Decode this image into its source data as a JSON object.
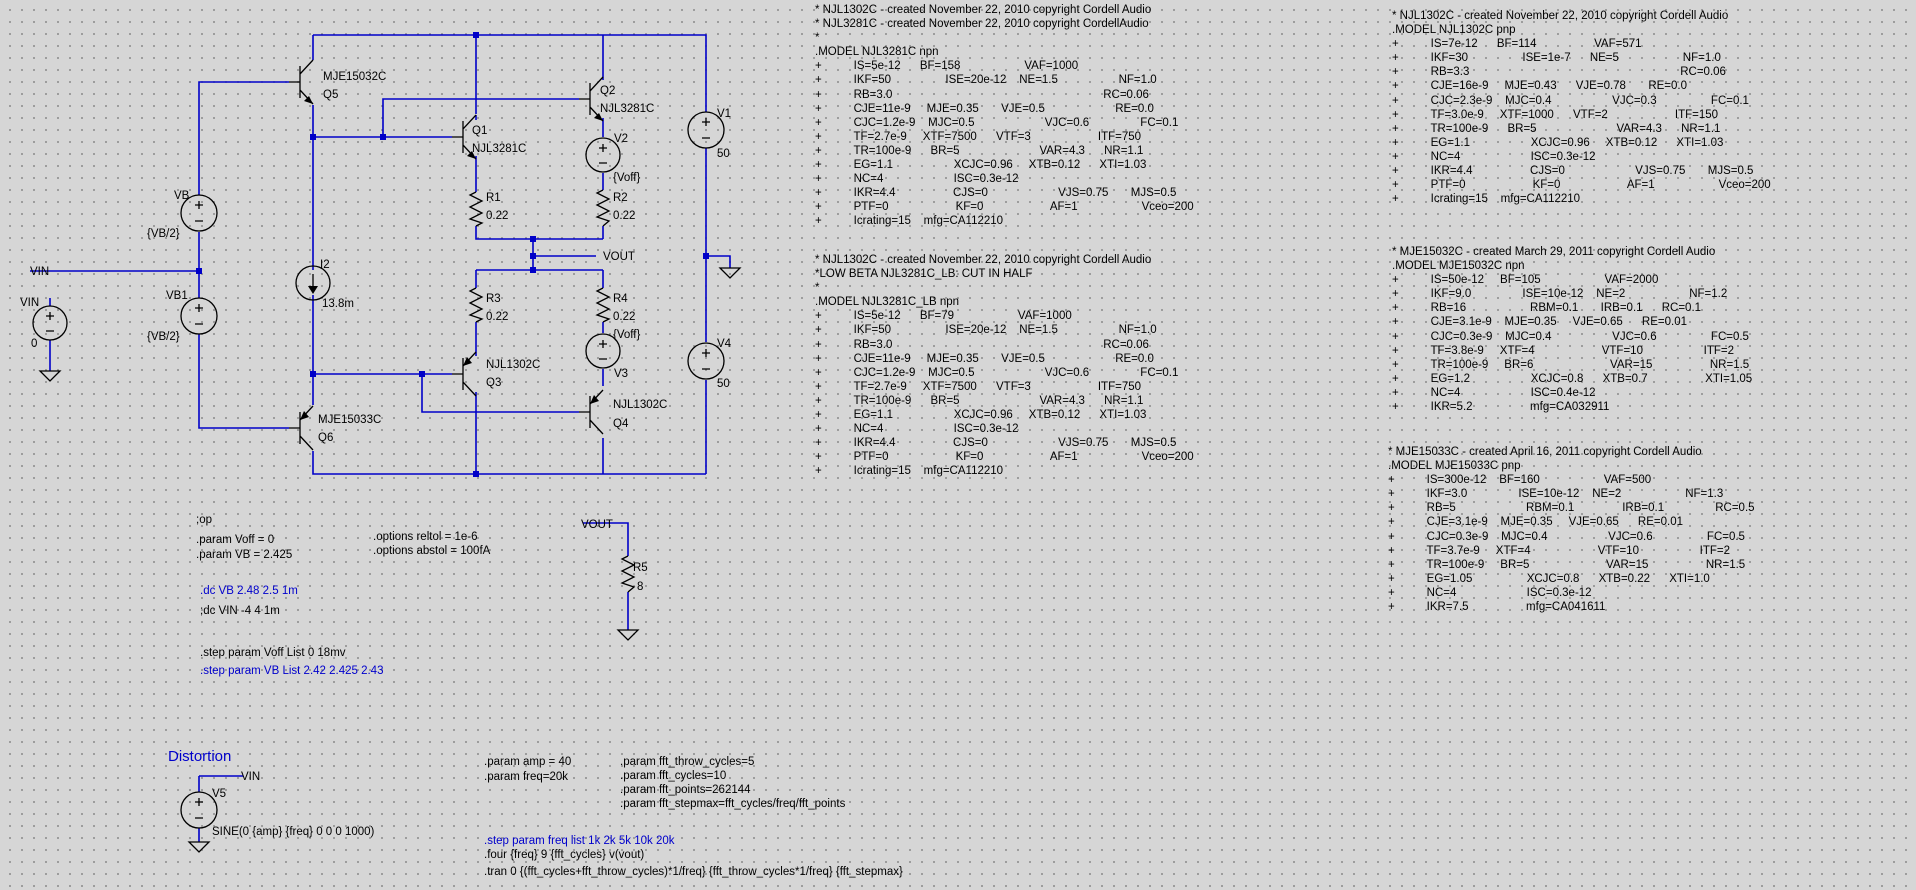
{
  "components": {
    "Q5": {
      "name": "Q5",
      "model": "MJE15032C"
    },
    "Q1": {
      "name": "Q1",
      "model": "NJL3281C"
    },
    "Q2": {
      "name": "Q2",
      "model": "NJL3281C"
    },
    "Q3": {
      "name": "Q3",
      "model": "NJL1302C"
    },
    "Q4": {
      "name": "Q4",
      "model": "NJL1302C"
    },
    "Q6": {
      "name": "Q6",
      "model": "MJE15033C"
    },
    "VB": {
      "name": "VB",
      "value": "{VB/2}"
    },
    "VB1": {
      "name": "VB1",
      "value": "{VB/2}"
    },
    "VIN": {
      "name": "VIN",
      "value": "0"
    },
    "I2": {
      "name": "I2",
      "value": "13.8m"
    },
    "R1": {
      "name": "R1",
      "value": "0.22"
    },
    "R2": {
      "name": "R2",
      "value": "0.22"
    },
    "R3": {
      "name": "R3",
      "value": "0.22"
    },
    "R4": {
      "name": "R4",
      "value": "0.22"
    },
    "R5": {
      "name": "R5",
      "value": "8"
    },
    "V1": {
      "name": "V1",
      "value": "50"
    },
    "V2": {
      "name": "V2",
      "value": "{Voff}"
    },
    "V3": {
      "name": "V3",
      "value": "{Voff}"
    },
    "V4": {
      "name": "V4",
      "value": "50"
    },
    "V5": {
      "name": "V5",
      "value": "SINE(0 {amp} {freq} 0 0 0 1000)"
    }
  },
  "nets": {
    "vin": "VIN",
    "vout": "VOUT"
  },
  "heading": "Distortion",
  "directives": {
    "op": ";op",
    "params": [
      ".param Voff = 0",
      ".param VB = 2.425"
    ],
    "options": [
      ".options reltol  = 1e-6",
      ".options abstol = 100fA"
    ],
    "dc1": ".dc VB 2.48 2.5 1m",
    "dc2": ";dc VIN -4 4 1m",
    "step1": ".step param Voff List 0 18mv",
    "step2": ".step param VB List  2.42 2.425 2.43",
    "amp_freq": [
      ".param amp = 40",
      ".param freq=20k"
    ],
    "fft": [
      ".param fft_throw_cycles=5",
      ".param fft_cycles=10",
      ".param fft_points=262144",
      ".param fft_stepmax=fft_cycles/freq/fft_points"
    ],
    "step_freq": ".step param freq list 1k 2k 5k 10k 20k",
    "four": ".four {freq} 9 {fft_cycles} v(vout)",
    "tran": ".tran 0 {(fft_cycles+fft_throw_cycles)*1/freq} {fft_throw_cycles*1/freq} {fft_stepmax}"
  },
  "model_blocks": {
    "njl3281c": "* NJL1302C - created November 22, 2010 copyright Cordell Audio\n* NJL3281C - created November 22, 2010 copyright CordellAudio\n*\n.MODEL NJL3281C npn\n+          IS=5e-12      BF=158                    VAF=1000\n+          IKF=50                 ISE=20e-12    NE=1.5                   NF=1.0\n+          RB=3.0                                                                  RC=0.06\n+          CJE=11e-9     MJE=0.35       VJE=0.5                      RE=0.0\n+          CJC=1.2e-9    MJC=0.5                      VJC=0.6                FC=0.1\n+          TF=2.7e-9     XTF=7500      VTF=3                     ITF=750\n+          TR=100e-9      BR=5                         VAR=4.3      NR=1.1\n+          EG=1.1                   XCJC=0.96     XTB=0.12      XTI=1.03\n+          NC=4                      ISC=0.3e-12\n+          IKR=4.4                  CJS=0                      VJS=0.75       MJS=0.5\n+          PTF=0                     KF=0                     AF=1                    Vceo=200\n+          Icrating=15    mfg=CA112210",
    "njl3281c_lb": "* NJL1302C - created November 22, 2010 copyright Cordell Audio\n*LOW BETA NJL3281C_LB: CUT IN HALF\n*\n.MODEL NJL3281C_LB npn\n+          IS=5e-12      BF=79                    VAF=1000\n+          IKF=50                 ISE=20e-12    NE=1.5                   NF=1.0\n+          RB=3.0                                                                  RC=0.06\n+          CJE=11e-9     MJE=0.35       VJE=0.5                      RE=0.0\n+          CJC=1.2e-9    MJC=0.5                      VJC=0.6                FC=0.1\n+          TF=2.7e-9     XTF=7500      VTF=3                     ITF=750\n+          TR=100e-9      BR=5                         VAR=4.3      NR=1.1\n+          EG=1.1                   XCJC=0.96     XTB=0.12      XTI=1.03\n+          NC=4                      ISC=0.3e-12\n+          IKR=4.4                  CJS=0                      VJS=0.75       MJS=0.5\n+          PTF=0                     KF=0                     AF=1                    Vceo=200\n+          Icrating=15    mfg=CA112210",
    "njl1302c": "* NJL1302C - created November 22, 2010 copyright Cordell Audio\n.MODEL NJL1302C pnp\n+          IS=7e-12      BF=114                  VAF=571\n+          IKF=30                 ISE=1e-7      NE=5                    NF=1.0\n+          RB=3.3                                                                  RC=0.06\n+          CJE=16e-9     MJE=0.43      VJE=0.78       RE=0.0\n+          CJC=2.3e-9    MJC=0.4                   VJC=0.3                 FC=0.1\n+          TF=3.0e-9     XTF=1000      VTF=2                     ITF=150\n+          TR=100e-9      BR=5                         VAR=4.3      NR=1.1\n+          EG=1.1                   XCJC=0.96     XTB=0.12      XTI=1.03\n+          NC=4                      ISC=0.3e-12\n+          IKR=4.4                  CJS=0                      VJS=0.75       MJS=0.5\n+          PTF=0                     KF=0                     AF=1                    Vceo=200\n+          Icrating=15    mfg=CA112210",
    "mje15032c": "* MJE15032C - created March 29, 2011 copyright Cordell Audio\n.MODEL MJE15032C npn\n+          IS=50e-12     BF=105                    VAF=2000\n+          IKF=9.0                ISE=10e-12    NE=2                    NF=1.2\n+          RB=16                    RBM=0.1       IRB=0.1      RC=0.1\n+          CJE=3.1e-9    MJE=0.35     VJE=0.65      RE=0.01\n+          CJC=0.3e-9    MJC=0.4                   VJC=0.6                 FC=0.5\n+          TF=3.8e-9     XTF=4                     VTF=10                   ITF=2\n+          TR=100e-9     BR=6                        VAR=15                  NR=1.5\n+          EG=1.2                   XCJC=0.8      XTB=0.7                  XTI=1.05\n+          NC=4                      ISC=0.4e-12\n+          IKR=5.2                  mfg=CA032911",
    "mje15033c": "* MJE15033C - created April 16, 2011 copyright Cordell Audio\n.MODEL MJE15033C pnp\n+          IS=300e-12    BF=160                    VAF=500\n+          IKF=3.0                ISE=10e-12    NE=2                    NF=1.3\n+          RB=5                      RBM=0.1               IRB=0.1                RC=0.5\n+          CJE=3.1e-9    MJE=0.35     VJE=0.65      RE=0.01\n+          CJC=0.3e-9    MJC=0.4                   VJC=0.6                 FC=0.5\n+          TF=3.7e-9     XTF=4                     VTF=10                   ITF=2\n+          TR=100e-9     BR=5                        VAR=15                  NR=1.5\n+          EG=1.05                 XCJC=0.8      XTB=0.22      XTI=1.0\n+          NC=4                      ISC=0.3e-12\n+          IKR=7.5                  mfg=CA041611"
  }
}
